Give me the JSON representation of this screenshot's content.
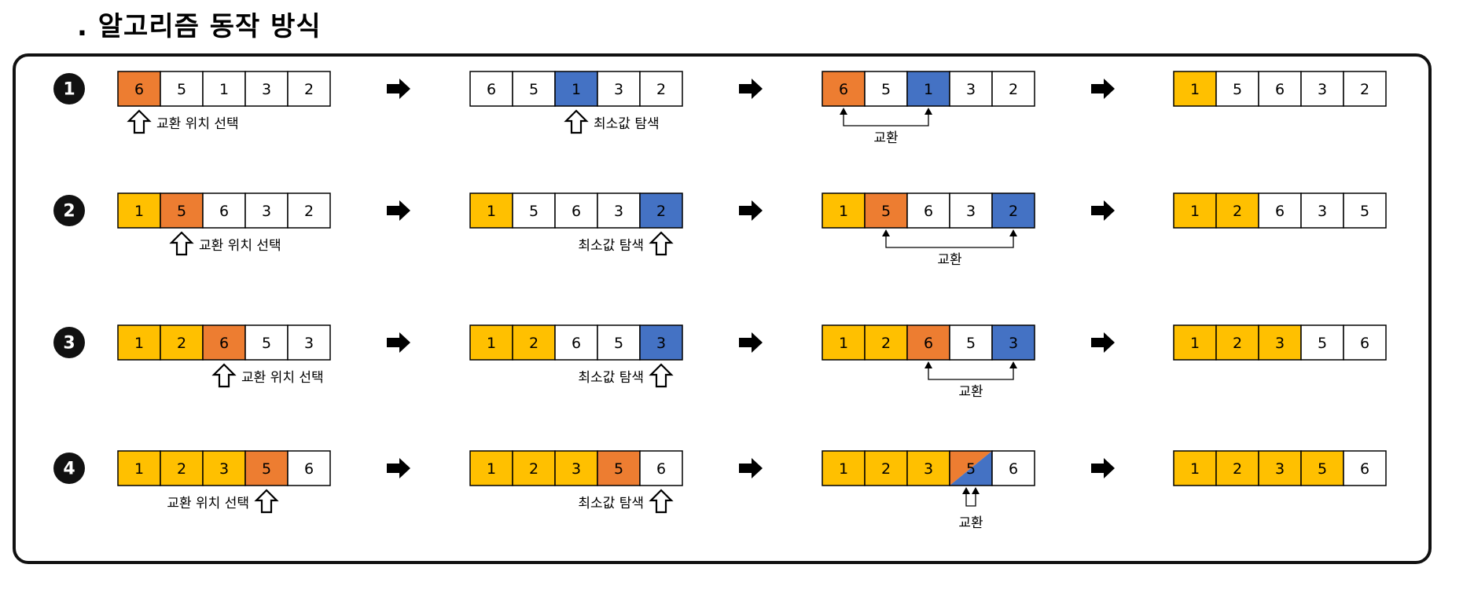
{
  "title": ". 알고리즘 동작 방식",
  "labels": {
    "select_pos": "교환 위치 선택",
    "find_min": "최소값 탐색",
    "swap": "교환"
  },
  "colors": {
    "sorted": "#FFC000",
    "selected": "#ED7D31",
    "minimum": "#4472C4",
    "empty": "#FFFFFF",
    "border": "#000000"
  },
  "steps": [
    {
      "number": "1",
      "stages": [
        {
          "cells": [
            {
              "v": "6",
              "c": "selected"
            },
            {
              "v": "5",
              "c": "empty"
            },
            {
              "v": "1",
              "c": "empty"
            },
            {
              "v": "3",
              "c": "empty"
            },
            {
              "v": "2",
              "c": "empty"
            }
          ],
          "note": {
            "type": "select",
            "cell": 0,
            "side": "right"
          }
        },
        {
          "cells": [
            {
              "v": "6",
              "c": "empty"
            },
            {
              "v": "5",
              "c": "empty"
            },
            {
              "v": "1",
              "c": "minimum"
            },
            {
              "v": "3",
              "c": "empty"
            },
            {
              "v": "2",
              "c": "empty"
            }
          ],
          "note": {
            "type": "min",
            "cell": 2,
            "side": "right"
          }
        },
        {
          "cells": [
            {
              "v": "6",
              "c": "selected"
            },
            {
              "v": "5",
              "c": "empty"
            },
            {
              "v": "1",
              "c": "minimum"
            },
            {
              "v": "3",
              "c": "empty"
            },
            {
              "v": "2",
              "c": "empty"
            }
          ],
          "note": {
            "type": "swap",
            "from": 0,
            "to": 2
          }
        },
        {
          "cells": [
            {
              "v": "1",
              "c": "sorted"
            },
            {
              "v": "5",
              "c": "empty"
            },
            {
              "v": "6",
              "c": "empty"
            },
            {
              "v": "3",
              "c": "empty"
            },
            {
              "v": "2",
              "c": "empty"
            }
          ]
        }
      ]
    },
    {
      "number": "2",
      "stages": [
        {
          "cells": [
            {
              "v": "1",
              "c": "sorted"
            },
            {
              "v": "5",
              "c": "selected"
            },
            {
              "v": "6",
              "c": "empty"
            },
            {
              "v": "3",
              "c": "empty"
            },
            {
              "v": "2",
              "c": "empty"
            }
          ],
          "note": {
            "type": "select",
            "cell": 1,
            "side": "right"
          }
        },
        {
          "cells": [
            {
              "v": "1",
              "c": "sorted"
            },
            {
              "v": "5",
              "c": "empty"
            },
            {
              "v": "6",
              "c": "empty"
            },
            {
              "v": "3",
              "c": "empty"
            },
            {
              "v": "2",
              "c": "minimum"
            }
          ],
          "note": {
            "type": "min",
            "cell": 4,
            "side": "left"
          }
        },
        {
          "cells": [
            {
              "v": "1",
              "c": "sorted"
            },
            {
              "v": "5",
              "c": "selected"
            },
            {
              "v": "6",
              "c": "empty"
            },
            {
              "v": "3",
              "c": "empty"
            },
            {
              "v": "2",
              "c": "minimum"
            }
          ],
          "note": {
            "type": "swap",
            "from": 1,
            "to": 4
          }
        },
        {
          "cells": [
            {
              "v": "1",
              "c": "sorted"
            },
            {
              "v": "2",
              "c": "sorted"
            },
            {
              "v": "6",
              "c": "empty"
            },
            {
              "v": "3",
              "c": "empty"
            },
            {
              "v": "5",
              "c": "empty"
            }
          ]
        }
      ]
    },
    {
      "number": "3",
      "stages": [
        {
          "cells": [
            {
              "v": "1",
              "c": "sorted"
            },
            {
              "v": "2",
              "c": "sorted"
            },
            {
              "v": "6",
              "c": "selected"
            },
            {
              "v": "5",
              "c": "empty"
            },
            {
              "v": "3",
              "c": "empty"
            }
          ],
          "note": {
            "type": "select",
            "cell": 2,
            "side": "right"
          }
        },
        {
          "cells": [
            {
              "v": "1",
              "c": "sorted"
            },
            {
              "v": "2",
              "c": "sorted"
            },
            {
              "v": "6",
              "c": "empty"
            },
            {
              "v": "5",
              "c": "empty"
            },
            {
              "v": "3",
              "c": "minimum"
            }
          ],
          "note": {
            "type": "min",
            "cell": 4,
            "side": "left"
          }
        },
        {
          "cells": [
            {
              "v": "1",
              "c": "sorted"
            },
            {
              "v": "2",
              "c": "sorted"
            },
            {
              "v": "6",
              "c": "selected"
            },
            {
              "v": "5",
              "c": "empty"
            },
            {
              "v": "3",
              "c": "minimum"
            }
          ],
          "note": {
            "type": "swap",
            "from": 2,
            "to": 4
          }
        },
        {
          "cells": [
            {
              "v": "1",
              "c": "sorted"
            },
            {
              "v": "2",
              "c": "sorted"
            },
            {
              "v": "3",
              "c": "sorted"
            },
            {
              "v": "5",
              "c": "empty"
            },
            {
              "v": "6",
              "c": "empty"
            }
          ]
        }
      ]
    },
    {
      "number": "4",
      "stages": [
        {
          "cells": [
            {
              "v": "1",
              "c": "sorted"
            },
            {
              "v": "2",
              "c": "sorted"
            },
            {
              "v": "3",
              "c": "sorted"
            },
            {
              "v": "5",
              "c": "selected"
            },
            {
              "v": "6",
              "c": "empty"
            }
          ],
          "note": {
            "type": "select",
            "cell": 3,
            "side": "left"
          }
        },
        {
          "cells": [
            {
              "v": "1",
              "c": "sorted"
            },
            {
              "v": "2",
              "c": "sorted"
            },
            {
              "v": "3",
              "c": "sorted"
            },
            {
              "v": "5",
              "c": "selected"
            },
            {
              "v": "6",
              "c": "empty"
            }
          ],
          "note": {
            "type": "min",
            "cell": 4,
            "side": "left"
          }
        },
        {
          "cells": [
            {
              "v": "1",
              "c": "sorted"
            },
            {
              "v": "2",
              "c": "sorted"
            },
            {
              "v": "3",
              "c": "sorted"
            },
            {
              "v": "5",
              "c": "split"
            },
            {
              "v": "6",
              "c": "empty"
            }
          ],
          "note": {
            "type": "swap",
            "from": 3,
            "to": 3
          }
        },
        {
          "cells": [
            {
              "v": "1",
              "c": "sorted"
            },
            {
              "v": "2",
              "c": "sorted"
            },
            {
              "v": "3",
              "c": "sorted"
            },
            {
              "v": "5",
              "c": "sorted"
            },
            {
              "v": "6",
              "c": "empty"
            }
          ]
        }
      ]
    }
  ]
}
